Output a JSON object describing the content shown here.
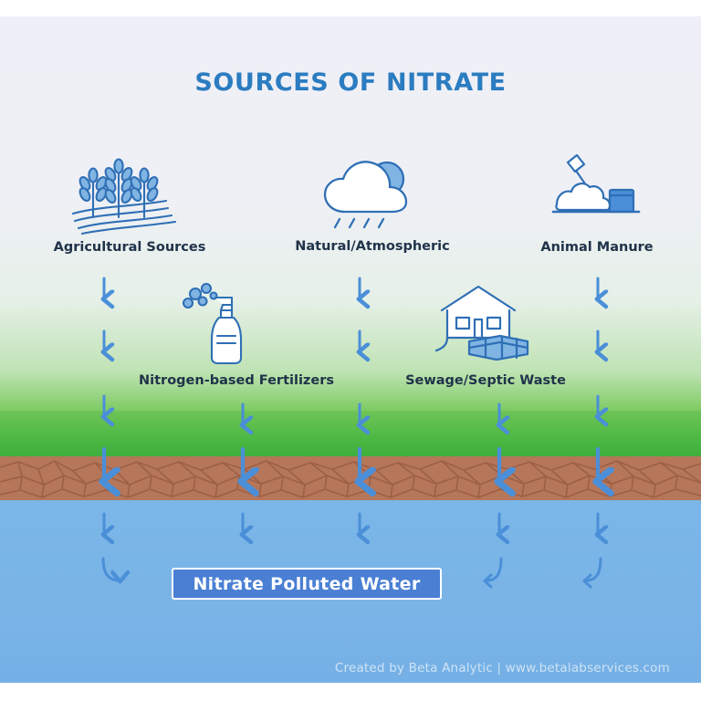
{
  "title": "SOURCES OF NITRATE",
  "colors": {
    "title_blue": "#2b7cc0",
    "arrow_blue": "#4a8fd8",
    "banner_blue": "#4a7fd4",
    "grass_green": "#4cb944",
    "soil_brown": "#b5765a",
    "water_blue": "#7bb6e8",
    "icon_stroke": "#2f6fb5",
    "icon_fill": "#7fb4e3",
    "label_text": "#20334a",
    "footer_text": "#cfe3f5"
  },
  "sources": [
    {
      "id": "agricultural-sources",
      "label": "Agricultural Sources",
      "icon": "wheat-field-icon"
    },
    {
      "id": "natural-atmospheric",
      "label": "Natural/Atmospheric",
      "icon": "rain-cloud-icon"
    },
    {
      "id": "animal-manure",
      "label": "Animal Manure",
      "icon": "manure-shovel-icon"
    },
    {
      "id": "nitrogen-based-fertilizers",
      "label": "Nitrogen-based Fertilizers",
      "icon": "sprayer-bottle-icon"
    },
    {
      "id": "sewage-septic-waste",
      "label": "Sewage/Septic Waste",
      "icon": "house-septic-icon"
    }
  ],
  "result": {
    "label": "Nitrate Polluted Water"
  },
  "layers": [
    {
      "name": "sky",
      "label": ""
    },
    {
      "name": "grass",
      "label": ""
    },
    {
      "name": "soil",
      "label": ""
    },
    {
      "name": "groundwater",
      "label": ""
    }
  ],
  "footer": {
    "text": "Created by Beta Analytic | www.betalabservices.com"
  }
}
